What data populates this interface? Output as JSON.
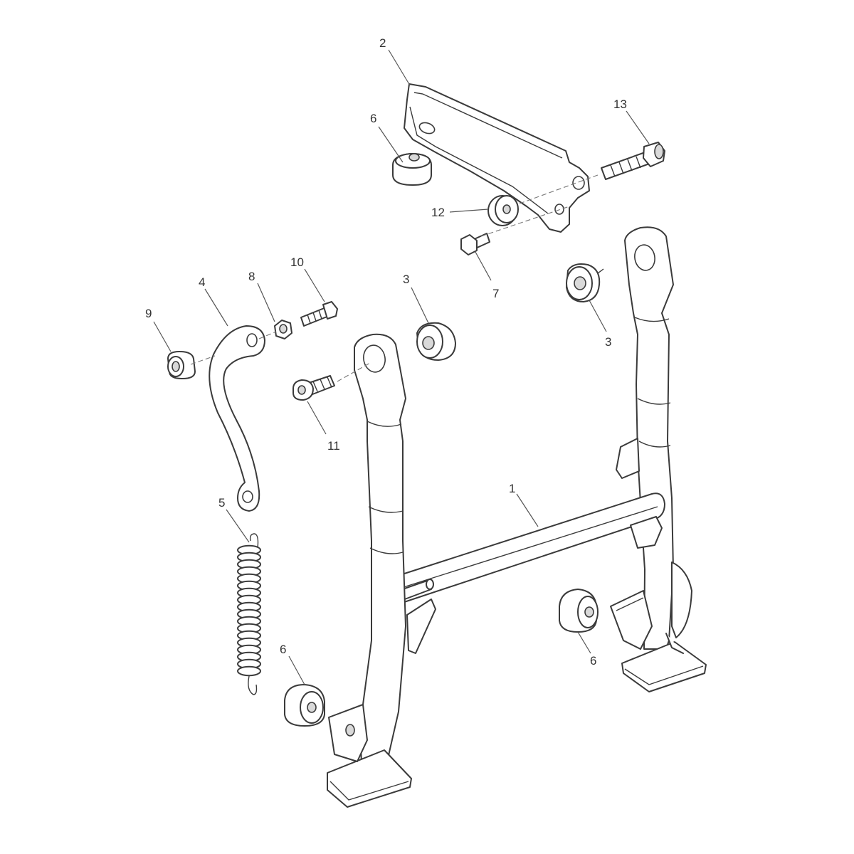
{
  "callouts": [
    {
      "id": "c1",
      "label": "1"
    },
    {
      "id": "c2",
      "label": "2"
    },
    {
      "id": "c3a",
      "label": "3"
    },
    {
      "id": "c3b",
      "label": "3"
    },
    {
      "id": "c4",
      "label": "4"
    },
    {
      "id": "c5",
      "label": "5"
    },
    {
      "id": "c6a",
      "label": "6"
    },
    {
      "id": "c6b",
      "label": "6"
    },
    {
      "id": "c6c",
      "label": "6"
    },
    {
      "id": "c7",
      "label": "7"
    },
    {
      "id": "c8",
      "label": "8"
    },
    {
      "id": "c9",
      "label": "9"
    },
    {
      "id": "c10",
      "label": "10"
    },
    {
      "id": "c11",
      "label": "11"
    },
    {
      "id": "c12",
      "label": "12"
    },
    {
      "id": "c13",
      "label": "13"
    }
  ]
}
